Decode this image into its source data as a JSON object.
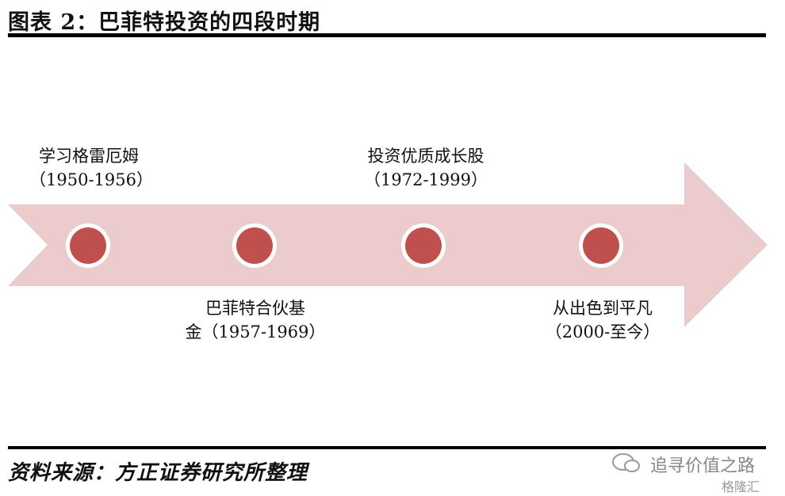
{
  "header": {
    "title": "图表 2：巴菲特投资的四段时期"
  },
  "stages": [
    {
      "line1": "学习格雷厄姆",
      "line2": "（1950-1956）"
    },
    {
      "line1": "巴菲特合伙基",
      "line2": "金（1957-1969）"
    },
    {
      "line1": "投资优质成长股",
      "line2": "（1972-1999）"
    },
    {
      "line1": "从出色到平凡",
      "line2": "（2000-至今）"
    }
  ],
  "colors": {
    "arrow": "#ebcbcb",
    "dot": "#c0504d",
    "ring": "#ffffff"
  },
  "footer": {
    "source": "资料来源：方正证券研究所整理"
  },
  "watermark": {
    "name": "追寻价值之路",
    "site": "格隆汇"
  }
}
